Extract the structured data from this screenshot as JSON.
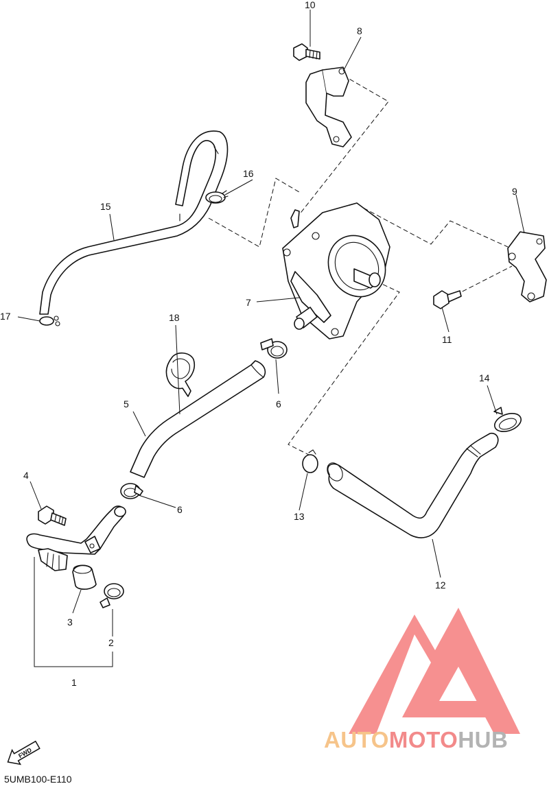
{
  "callouts": {
    "c1": "1",
    "c2": "2",
    "c3": "3",
    "c4": "4",
    "c5": "5",
    "c6a": "6",
    "c6b": "6",
    "c7": "7",
    "c8": "8",
    "c9": "9",
    "c10": "10",
    "c11": "11",
    "c12": "12",
    "c13": "13",
    "c14": "14",
    "c15": "15",
    "c16": "16",
    "c17": "17",
    "c18": "18"
  },
  "footer": {
    "code": "5UMB100-E110"
  },
  "fwd_label": "FWD",
  "watermark": {
    "part1": "AUTO",
    "part2": "MOTO",
    "part3": "HUB",
    "colors": {
      "auto": "#f6c48a",
      "moto": "#f28a8a",
      "hub": "#b3b3b3",
      "triangle": "#f47c7c"
    }
  }
}
